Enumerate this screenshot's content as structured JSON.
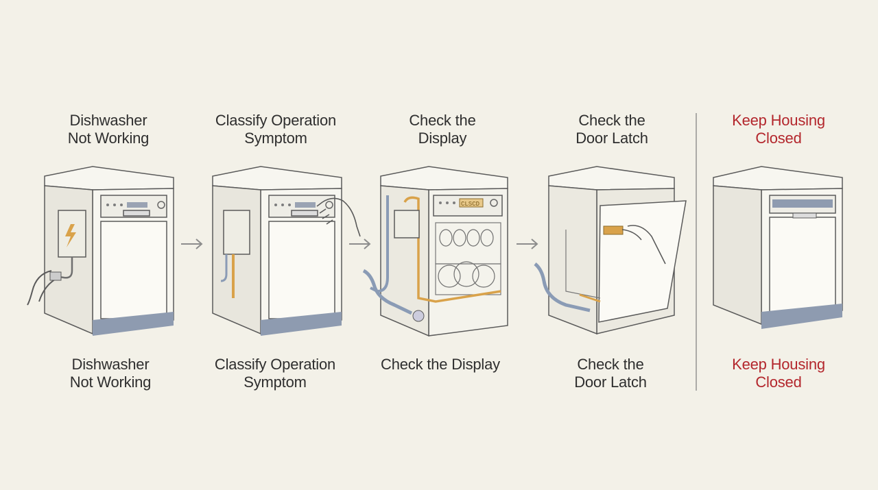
{
  "steps": [
    {
      "top": "Dishwasher\nNot Working",
      "bottom": "Dishwasher\nNot Working",
      "icon": "dishwasher-power-icon"
    },
    {
      "top": "Classify Operation\nSymptom",
      "bottom": "Classify Operation\nSymptom",
      "icon": "dishwasher-panel-press-icon"
    },
    {
      "top": "Check the\nDisplay",
      "bottom": "Check the Display",
      "icon": "dishwasher-cutaway-icon"
    },
    {
      "top": "Check the\nDoor Latch",
      "bottom": "Check the\nDoor Latch",
      "icon": "dishwasher-door-latch-icon"
    },
    {
      "top": "Keep Housing\nClosed",
      "bottom": "Keep Housing\nClosed",
      "icon": "dishwasher-closed-icon"
    }
  ],
  "display_readout": "CLSCD",
  "colors": {
    "background": "#f3f1e8",
    "text": "#2e2e2e",
    "warning_text": "#b3262c",
    "pipe_highlight": "#d9a24a",
    "hose_blue": "#8a9bb5",
    "panel_blue": "#8e9bb0"
  }
}
